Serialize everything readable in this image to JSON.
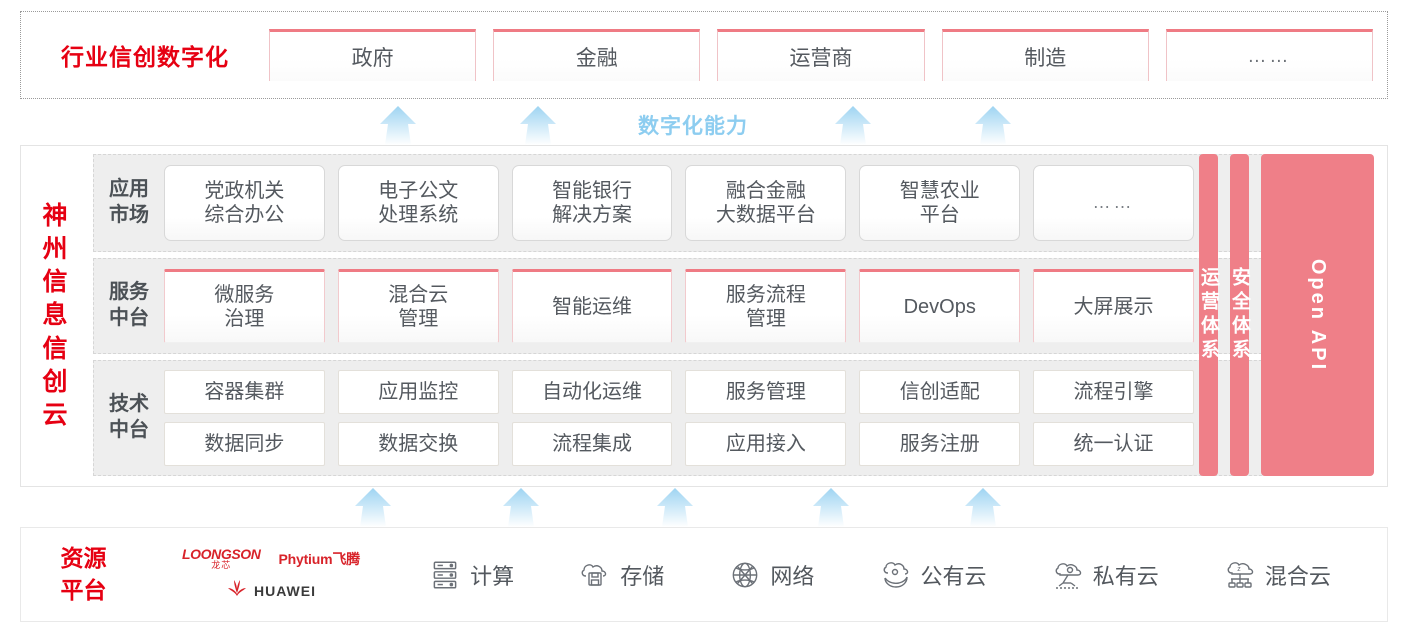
{
  "industry": {
    "title": "行业信创数字化",
    "cards": [
      {
        "label": "政府"
      },
      {
        "label": "金融"
      },
      {
        "label": "运营商"
      },
      {
        "label": "制造"
      },
      {
        "label": "……"
      }
    ]
  },
  "capability": {
    "label": "数字化能力",
    "arrow_count_top": 4,
    "arrow_count_bottom": 5
  },
  "cloud": {
    "title_chars": [
      "神",
      "州",
      "信",
      "息",
      "信",
      "创",
      "云"
    ],
    "tiers": [
      {
        "id": "app-market",
        "label": "应用\n市场",
        "label_line1": "应用",
        "label_line2": "市场",
        "cards": [
          {
            "label": "党政机关\n综合办公",
            "l1": "党政机关",
            "l2": "综合办公"
          },
          {
            "label": "电子公文\n处理系统",
            "l1": "电子公文",
            "l2": "处理系统"
          },
          {
            "label": "智能银行\n解决方案",
            "l1": "智能银行",
            "l2": "解决方案"
          },
          {
            "label": "融合金融\n大数据平台",
            "l1": "融合金融",
            "l2": "大数据平台"
          },
          {
            "label": "智慧农业\n平台",
            "l1": "智慧农业",
            "l2": "平台"
          },
          {
            "label": "……",
            "l1": "……",
            "l2": ""
          }
        ]
      },
      {
        "id": "service-midend",
        "label_line1": "服务",
        "label_line2": "中台",
        "cards": [
          {
            "l1": "微服务",
            "l2": "治理"
          },
          {
            "l1": "混合云",
            "l2": "管理"
          },
          {
            "l1": "智能运维",
            "l2": ""
          },
          {
            "l1": "服务流程",
            "l2": "管理"
          },
          {
            "l1": "DevOps",
            "l2": ""
          },
          {
            "l1": "大屏展示",
            "l2": ""
          }
        ]
      },
      {
        "id": "tech-midend",
        "label_line1": "技术",
        "label_line2": "中台",
        "rows": [
          [
            "容器集群",
            "应用监控",
            "自动化运维",
            "服务管理",
            "信创适配",
            "流程引擎"
          ],
          [
            "数据同步",
            "数据交换",
            "流程集成",
            "应用接入",
            "服务注册",
            "统一认证"
          ]
        ]
      }
    ],
    "pillars": [
      {
        "text": "运营体系",
        "type": "cn"
      },
      {
        "text": "安全体系",
        "type": "cn"
      },
      {
        "text": "Open API",
        "type": "en"
      }
    ]
  },
  "resource": {
    "title_line1": "资源",
    "title_line2": "平台",
    "vendors": [
      {
        "name": "LOONGSON",
        "sub": "龙芯"
      },
      {
        "name": "Phytium飞腾",
        "sub": ""
      },
      {
        "name": "HUAWEI",
        "sub": ""
      }
    ],
    "items": [
      {
        "icon": "server-rack-icon",
        "label": "计算"
      },
      {
        "icon": "cloud-storage-icon",
        "label": "存储"
      },
      {
        "icon": "network-globe-icon",
        "label": "网络"
      },
      {
        "icon": "public-cloud-icon",
        "label": "公有云"
      },
      {
        "icon": "private-cloud-icon",
        "label": "私有云"
      },
      {
        "icon": "hybrid-cloud-icon",
        "label": "混合云"
      }
    ]
  },
  "colors": {
    "brand_red": "#e60012",
    "pink": "#ef7f88",
    "pink_border": "#ef7b84",
    "arrow_blue": "#a8d8f0",
    "capability_blue": "#8dcdf0",
    "tier_bg": "#eeeeee",
    "text": "#54595f"
  }
}
